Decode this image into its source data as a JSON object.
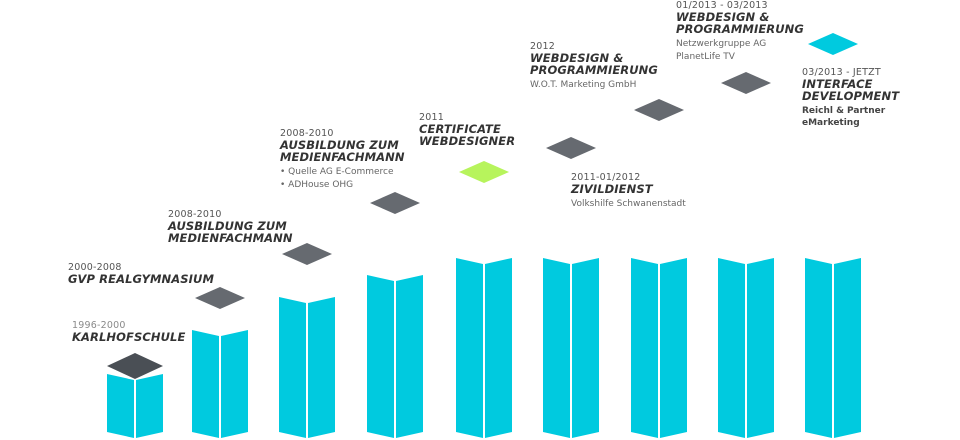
{
  "colors": {
    "column_face_left": "#00cadf",
    "column_face_right": "#00cadf",
    "column_top": "#4a4f55",
    "diamond_default": "#666a70",
    "diamond_highlight": "#b7f45c",
    "diamond_current": "#00cadf",
    "text_dark": "#333333",
    "text_muted": "#777777"
  },
  "entries": [
    {
      "date": "1996-2000",
      "title_lines": [
        "KARLHOFSCHULE"
      ],
      "details": [],
      "marker": "column-top"
    },
    {
      "date": "2000-2008",
      "title_lines": [
        "GVP REALGYMNASIUM"
      ],
      "details": [],
      "marker": "default"
    },
    {
      "date": "2008-2010",
      "title_lines": [
        "AUSBILDUNG ZUM",
        "MEDIENFACHMANN"
      ],
      "details": [],
      "marker": "default"
    },
    {
      "date": "2008-2010",
      "title_lines": [
        "AUSBILDUNG ZUM",
        "MEDIENFACHMANN"
      ],
      "details": [
        "• Quelle AG E-Commerce",
        "• ADHouse OHG"
      ],
      "marker": "default"
    },
    {
      "date": "2011",
      "title_lines": [
        "CERTIFICATE",
        "WEBDESIGNER"
      ],
      "details": [],
      "marker": "highlight"
    },
    {
      "date": "2011-01/2012",
      "title_lines": [
        "ZIVILDIENST"
      ],
      "details": [
        "Volkshilfe Schwanenstadt"
      ],
      "marker": "default"
    },
    {
      "date": "2012",
      "title_lines": [
        "WEBDESIGN &",
        "PROGRAMMIERUNG"
      ],
      "details": [
        "W.O.T. Marketing GmbH"
      ],
      "marker": "default"
    },
    {
      "date": "01/2013 - 03/2013",
      "title_lines": [
        "WEBDESIGN &",
        "PROGRAMMIERUNG"
      ],
      "details": [
        "Netzwerkgruppe AG",
        "PlanetLife TV"
      ],
      "marker": "default"
    },
    {
      "date": "03/2013 - JETZT",
      "title_lines": [
        "INTERFACE",
        "DEVELOPMENT"
      ],
      "details": [
        "Reichl & Partner",
        "eMarketing"
      ],
      "marker": "current"
    }
  ],
  "columns": [
    {
      "level": 1
    },
    {
      "level": 2
    },
    {
      "level": 3
    },
    {
      "level": 4
    },
    {
      "level": 5
    },
    {
      "level": 5
    },
    {
      "level": 5
    },
    {
      "level": 5
    },
    {
      "level": 5
    }
  ]
}
